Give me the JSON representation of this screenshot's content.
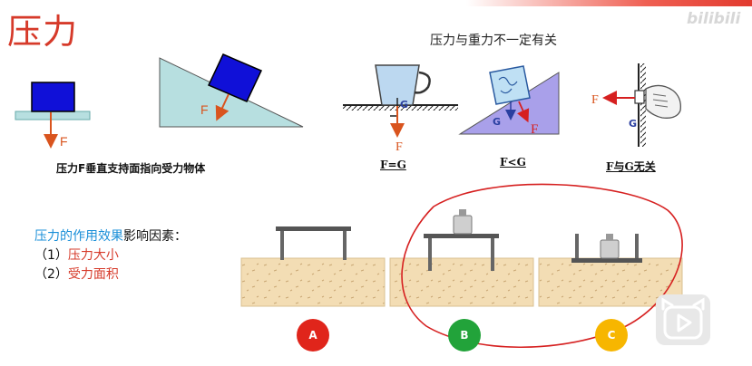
{
  "title": "压力",
  "logo_text": "bilibili",
  "headline": "压力与重力不一定有关",
  "labels": {
    "F": "F",
    "G": "G"
  },
  "captions": {
    "perpendicular": "压力F垂直支持面指向受力物体",
    "eq": "F=G",
    "lt": "F<G",
    "unrelated": "F与G无关"
  },
  "effects": {
    "heading_colored": "压力的作用效果",
    "heading_rest": "影响因素：",
    "item1_prefix": "（1）",
    "item1": "压力大小",
    "item2_prefix": "（2）",
    "item2": "受力面积"
  },
  "markers": [
    {
      "label": "A",
      "color": "#e0251b"
    },
    {
      "label": "B",
      "color": "#22a33a"
    },
    {
      "label": "C",
      "color": "#f7b600"
    }
  ],
  "colors": {
    "title": "#d63a2a",
    "force_arrow": "#d9541e",
    "annotation": "#d63a2a",
    "accent_blue": "#1a8fd8"
  },
  "play_button_icon": "play-icon"
}
